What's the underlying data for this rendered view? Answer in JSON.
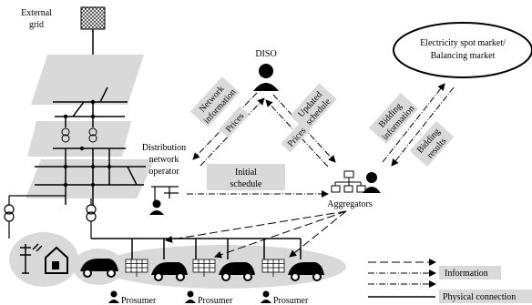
{
  "nodes": {
    "external_grid": "External grid",
    "diso": "DISO",
    "market": [
      "Electricity spot market/",
      "Balancing market"
    ],
    "dno": [
      "Distribution",
      "network",
      "operator"
    ],
    "aggregators": "Aggregators",
    "prosumers": [
      "Prosumer",
      "Prosumer",
      "Prosumer"
    ]
  },
  "flows": {
    "network_information": [
      "Network",
      "information"
    ],
    "prices_left": "Prices",
    "updated_schedule": [
      "Updated",
      "schedule"
    ],
    "prices_right": "Prices",
    "bidding_information": [
      "Bidding",
      "information"
    ],
    "bidding_results": [
      "Bidding",
      "results"
    ],
    "initial_schedule": [
      "Initial",
      "schedule"
    ]
  },
  "legend": {
    "information": "Information",
    "physical_connection": "Physical connection"
  }
}
